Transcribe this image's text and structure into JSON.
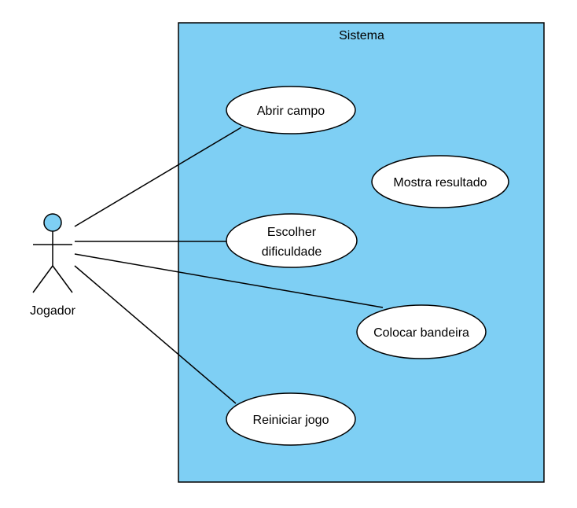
{
  "system": {
    "title": "Sistema",
    "fill": "#7ecff4"
  },
  "actor": {
    "name": "Jogador",
    "head_fill": "#7ecff4"
  },
  "use_cases": {
    "abrir_campo": "Abrir campo",
    "mostra_resultado": "Mostra resultado",
    "escolher_dificuldade": [
      "Escolher",
      "dificuldade"
    ],
    "colocar_bandeira": "Colocar bandeira",
    "reiniciar_jogo": "Reiniciar jogo"
  }
}
